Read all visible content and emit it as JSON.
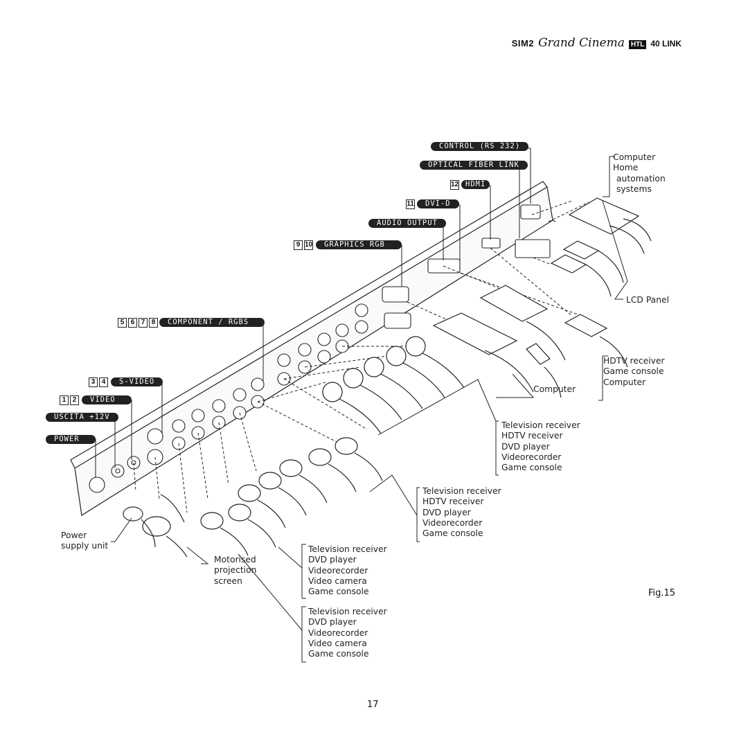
{
  "header": {
    "brand": "SIM2",
    "series": "Grand Cinema",
    "badge": "HTL",
    "model": "40 LINK"
  },
  "connectors": {
    "control": "CONTROL (RS 232)",
    "optical": "OPTICAL FIBER LINK",
    "hdmi_num": "12",
    "hdmi": "HDMI",
    "dvid_num": "11",
    "dvid": "DVI-D",
    "audio": "AUDIO OUTPUT",
    "graphics_nums": [
      "9",
      "10"
    ],
    "graphics": "GRAPHICS RGB",
    "component_nums": [
      "5",
      "6",
      "7",
      "8"
    ],
    "component": "COMPONENT / RGBS",
    "svideo_nums": [
      "3",
      "4"
    ],
    "svideo": "S-VIDEO",
    "video_nums": [
      "1",
      "2"
    ],
    "video": "VIDEO",
    "uscita": "USCITA +12V",
    "power": "POWER"
  },
  "labels": {
    "computer_group": [
      "Computer",
      "Home",
      "automation",
      "systems"
    ],
    "lcd_panel": "LCD Panel",
    "hdtv_group": [
      "HDTV receiver",
      "Game console",
      "Computer"
    ],
    "computer": "Computer",
    "tv_group_1": [
      "Television receiver",
      "HDTV receiver",
      "DVD player",
      "Videorecorder",
      "Game console"
    ],
    "tv_group_2": [
      "Television receiver",
      "HDTV receiver",
      "DVD player",
      "Videorecorder",
      "Game console"
    ],
    "tv_group_3": [
      "Television receiver",
      "DVD player",
      "Videorecorder",
      "Video camera",
      "Game console"
    ],
    "tv_group_4": [
      "Television receiver",
      "DVD player",
      "Videorecorder",
      "Video camera",
      "Game console"
    ],
    "power_supply": [
      "Power",
      "supply unit"
    ],
    "motorised": [
      "Motorised",
      "projection",
      "screen"
    ]
  },
  "figure": "Fig.15",
  "page_number": "17"
}
